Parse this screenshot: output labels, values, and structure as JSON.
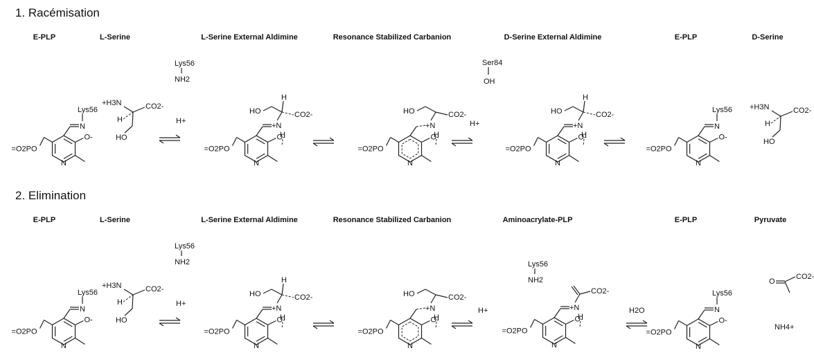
{
  "sections": [
    {
      "title": "1. Racémisation",
      "labels": [
        "E-PLP",
        "L-Serine",
        "L-Serine External Aldimine",
        "Resonance Stabilized Carbanion",
        "D-Serine External Aldimine",
        "E-PLP",
        "D-Serine"
      ],
      "texts": {
        "lys_a": "Lys56",
        "lys_b": "Lys56",
        "lys_free": "Lys56",
        "nh2_free": "NH2",
        "h3n": "+H3N",
        "co2_ser": "CO2-",
        "h_ser": "H",
        "ho_ser": "HO",
        "hplus_1": "H+",
        "hplus_2": "H+",
        "ser84": "Ser84",
        "oh_ser84": "OH",
        "ho_ald1": "HO",
        "h_ald1": "H",
        "co2_ald1": "CO2-",
        "n_ald1": "+N",
        "hn_ald1": "H",
        "ho_carb": "HO",
        "co2_carb": "CO2-",
        "n_carb": "+N",
        "h_carb": "H",
        "ho_ald2": "HO",
        "h_ald2": "H",
        "co2_ald2": "CO2-",
        "n_ald2": "+N",
        "hn_ald2": "H",
        "h3n_d": "+H3N",
        "co2_d": "CO2-",
        "h_d": "H",
        "ho_d": "HO"
      }
    },
    {
      "title": "2. Elimination",
      "labels": [
        "E-PLP",
        "L-Serine",
        "L-Serine External Aldimine",
        "Resonance Stabilized Carbanion",
        "Aminoacrylate-PLP",
        "E-PLP",
        "Pyruvate"
      ],
      "texts": {
        "lys_a": "Lys56",
        "lys_b": "Lys56",
        "lys_free": "Lys56",
        "nh2_free": "NH2",
        "lys_acr": "Lys56",
        "nh2_acr": "NH2",
        "h3n": "+H3N",
        "co2_ser": "CO2-",
        "h_ser": "H",
        "ho_ser": "HO",
        "hplus_1": "H+",
        "hplus_2": "H+",
        "h2o": "H2O",
        "ho_ald1": "HO",
        "h_ald1": "H",
        "co2_ald1": "CO2-",
        "n_ald1": "+N",
        "hn_ald1": "H",
        "ho_carb": "HO",
        "co2_carb": "CO2-",
        "n_carb": "+N",
        "h_carb": "H",
        "co2_acr": "CO2-",
        "n_acr": "+N",
        "h_acr": "H",
        "co2_pyr": "CO2-",
        "o_pyr": "O",
        "nh4": "NH4+"
      }
    }
  ],
  "ring": {
    "o2po": "=O2PO",
    "n": "N",
    "o_minus": "O-",
    "n_imine": "N"
  }
}
